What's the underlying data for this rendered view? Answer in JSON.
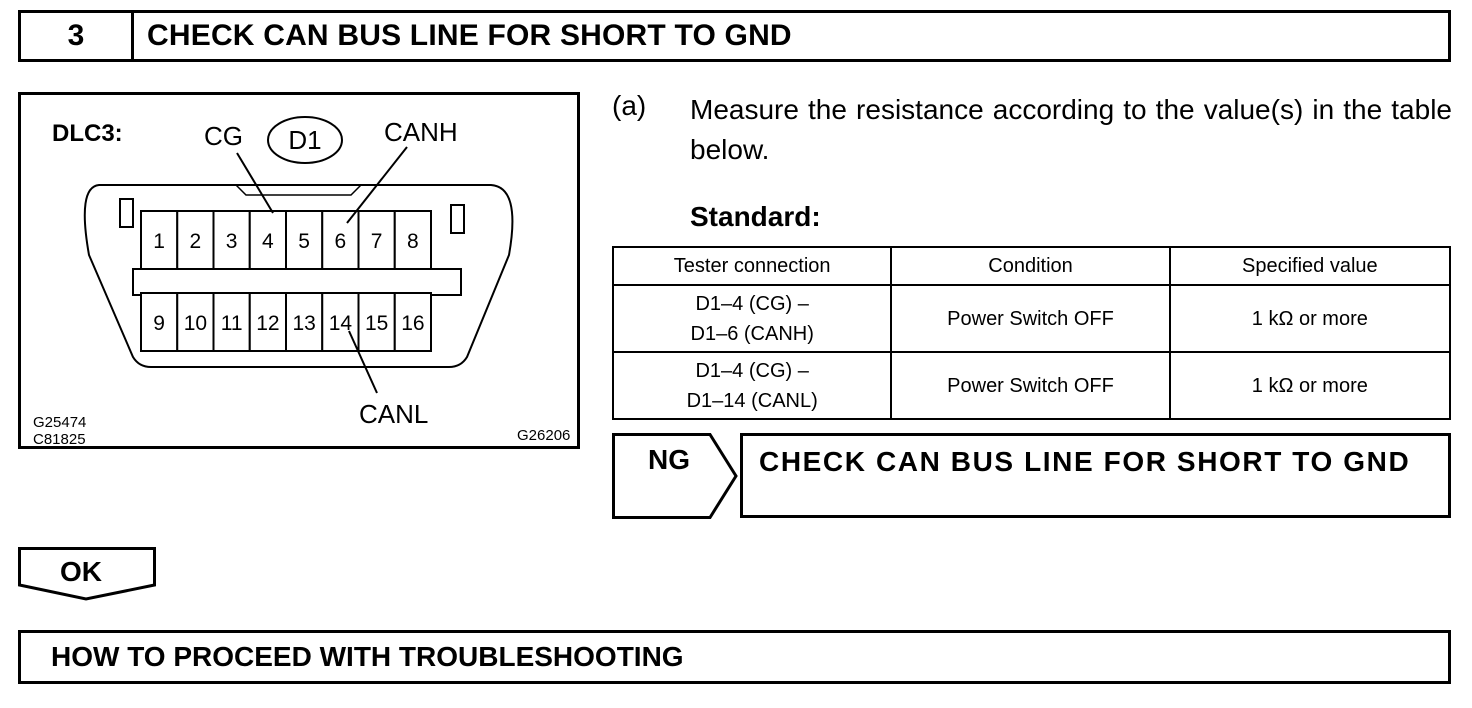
{
  "step": {
    "number": "3",
    "title": "CHECK CAN BUS LINE FOR SHORT TO GND"
  },
  "figure": {
    "connector_label": "DLC3:",
    "connector_id": "D1",
    "callouts": {
      "cg": "CG",
      "canh": "CANH",
      "canl": "CANL"
    },
    "pins_top": [
      "1",
      "2",
      "3",
      "4",
      "5",
      "6",
      "7",
      "8"
    ],
    "pins_bottom": [
      "9",
      "10",
      "11",
      "12",
      "13",
      "14",
      "15",
      "16"
    ],
    "codes": {
      "left_1": "G25474",
      "left_2": "C81825",
      "right": "G26206"
    }
  },
  "instruction": {
    "marker": "(a)",
    "text": "Measure the resistance according to the value(s) in the table below.",
    "standard_label": "Standard:"
  },
  "table": {
    "headers": [
      "Tester connection",
      "Condition",
      "Specified value"
    ],
    "rows": [
      {
        "connection_1": "D1–4 (CG) –",
        "connection_2": "D1–6 (CANH)",
        "condition": "Power Switch OFF",
        "value": "1 kΩ or more"
      },
      {
        "connection_1": "D1–4 (CG) –",
        "connection_2": "D1–14 (CANL)",
        "condition": "Power Switch OFF",
        "value": "1 kΩ or more"
      }
    ]
  },
  "ng": {
    "label": "NG",
    "action": "CHECK CAN BUS LINE FOR SHORT TO GND"
  },
  "ok": {
    "label": "OK"
  },
  "next_step": {
    "title": "HOW TO PROCEED WITH TROUBLESHOOTING"
  }
}
